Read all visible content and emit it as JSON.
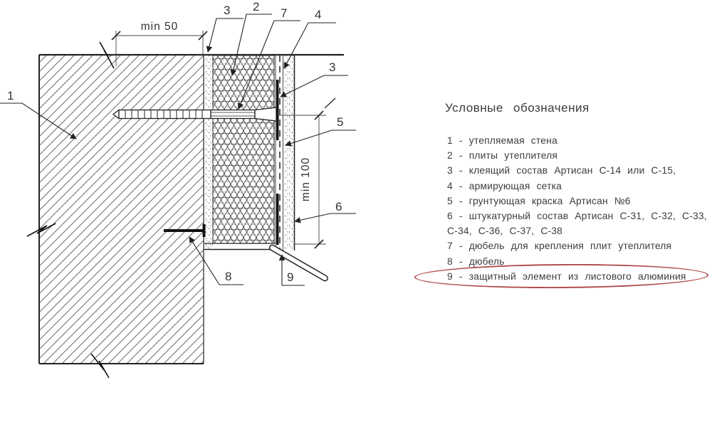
{
  "colors": {
    "ink": "#333333",
    "highlight_ellipse": "#b04f4f",
    "background": "#ffffff"
  },
  "drawing": {
    "dimensions": {
      "top": "min 50",
      "right": "min 100"
    },
    "callout_labels": {
      "wall": "1",
      "insulation": "2",
      "adhesive_top": "3",
      "mesh": "4",
      "adhesive_right": "3",
      "primer": "5",
      "plaster": "6",
      "dowel": "7",
      "dowel_bottom": "8",
      "aluminum": "9"
    }
  },
  "legend": {
    "title": "Условные обозначения",
    "items": [
      {
        "line": "1 - утепляемая стена",
        "highlighted": false
      },
      {
        "line": "2 - плиты утеплителя",
        "highlighted": false
      },
      {
        "line": "3 - клеящий состав Артисан С-14 или С-15,",
        "highlighted": false
      },
      {
        "line": "4 - армирующая сетка",
        "highlighted": false
      },
      {
        "line": "5 - грунтующая краска Артисан №6",
        "highlighted": false
      },
      {
        "line": "6 - штукатурный состав Артисан С-31, С-32, С-33,",
        "highlighted": false
      },
      {
        "line": "С-34, С-36, С-37, С-38",
        "highlighted": false
      },
      {
        "line": "7 - дюбель для крепления плит утеплителя",
        "highlighted": false
      },
      {
        "line": "8 - дюбель",
        "highlighted": false
      },
      {
        "line": "9 - защитный элемент из листового алюминия",
        "highlighted": true
      }
    ]
  }
}
